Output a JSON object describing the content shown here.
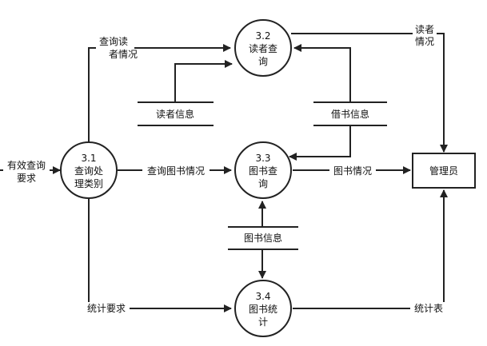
{
  "processes": {
    "p31": {
      "num": "3.1",
      "line1": "查询处",
      "line2": "理类别"
    },
    "p32": {
      "num": "3.2",
      "line1": "读者查",
      "line2": "询"
    },
    "p33": {
      "num": "3.3",
      "line1": "图书查",
      "line2": "询"
    },
    "p34": {
      "num": "3.4",
      "line1": "图书统",
      "line2": "计"
    }
  },
  "entity": {
    "admin": "管理员"
  },
  "stores": {
    "reader_info": "读者信息",
    "borrow_info": "借书信息",
    "book_info": "图书信息"
  },
  "flows": {
    "valid_query_1": "有效查询",
    "valid_query_2": "要求",
    "query_reader_1": "查询读",
    "query_reader_2": "者情况",
    "query_book": "查询图书情况",
    "stat_request": "统计要求",
    "reader_status_1": "读者",
    "reader_status_2": "情况",
    "book_status": "图书情况",
    "stat_table": "统计表"
  },
  "colors": {
    "line": "#222222",
    "background": "#ffffff"
  }
}
